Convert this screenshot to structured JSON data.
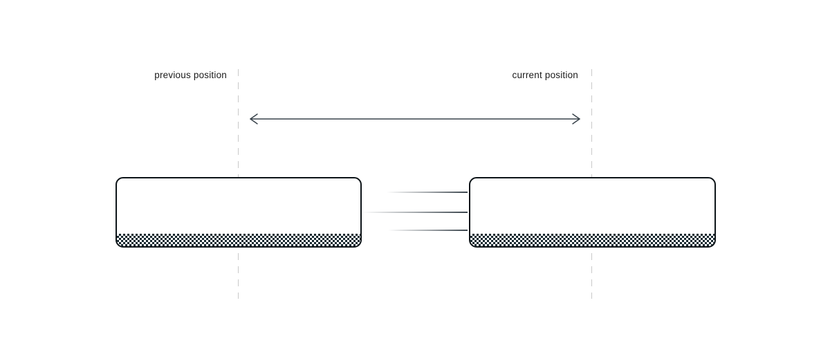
{
  "diagram": {
    "title": "",
    "labels": {
      "previous": "previous position",
      "current": "current position"
    },
    "icons": {
      "distance_arrow": "double-headed-horizontal-arrow",
      "motion_lines": "three-horizontal-speed-lines",
      "guides": "vertical-dashed-center-guides"
    },
    "elements": {
      "previous_box": "rounded rectangle with checkered bottom strip",
      "current_box": "rounded rectangle with checkered bottom strip"
    }
  },
  "colors": {
    "text": "#1a1a1a",
    "dash": "#c9c9c9",
    "arrow": "#39434b",
    "motion_line": "#3a444c",
    "box_border": "#0d1418",
    "checker": "#17282f",
    "background": "#ffffff"
  }
}
